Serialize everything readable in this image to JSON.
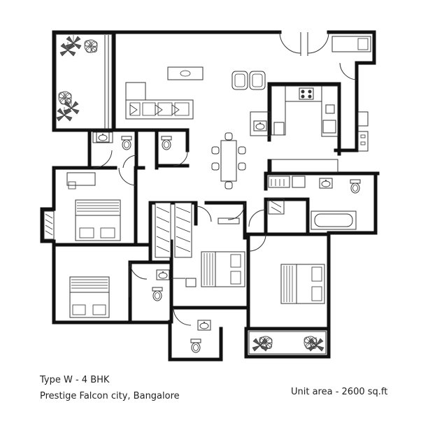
{
  "captions": {
    "unit_type": "Type W - 4 BHK",
    "project": "Prestige Falcon city, Bangalore",
    "unit_area": "Unit area - 2600 sq.ft"
  },
  "colors": {
    "wall": "#111111",
    "line": "#333333",
    "fill": "#ffffff",
    "plant": "#555555"
  },
  "icons": [
    "sofa-icon",
    "dining-table-icon",
    "bed-icon",
    "bathtub-icon",
    "toilet-icon",
    "washbasin-icon",
    "stove-icon",
    "plant-icon",
    "wardrobe-icon",
    "door-swing-icon"
  ]
}
